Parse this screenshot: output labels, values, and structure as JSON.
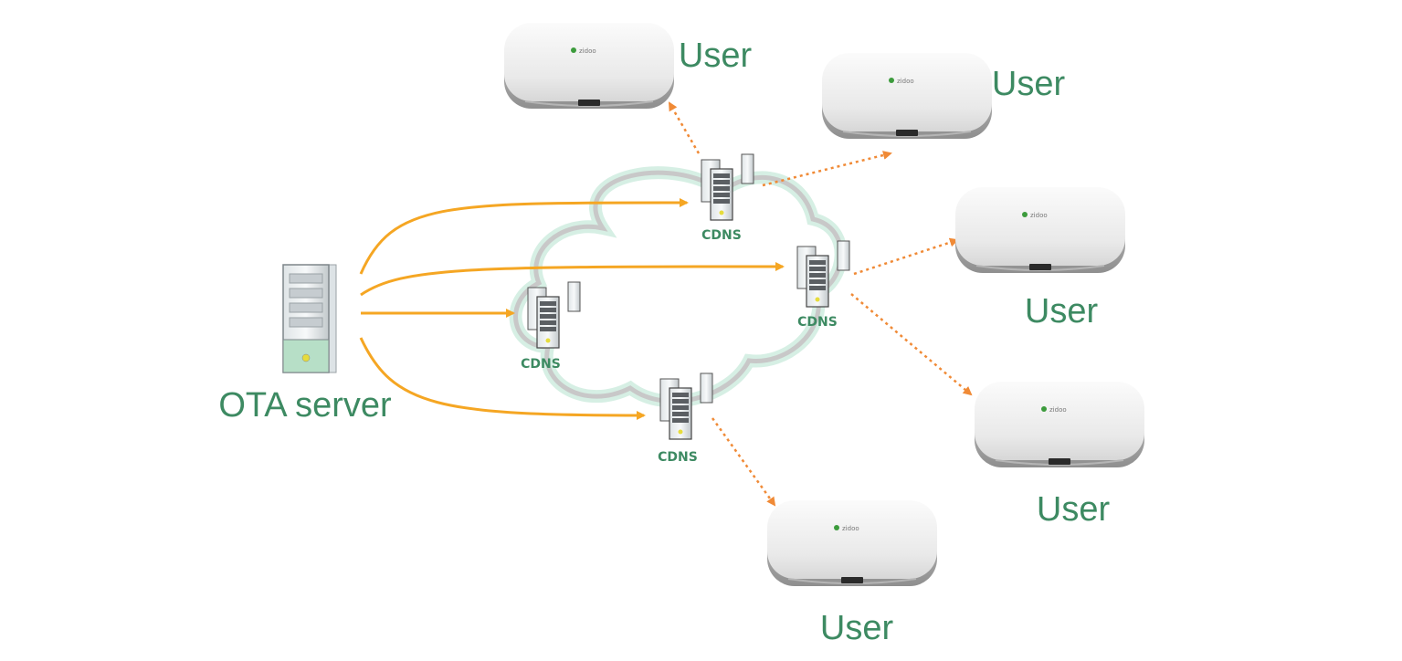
{
  "colors": {
    "label": "#3d8a62",
    "server_arrow": "#f5a623",
    "user_arrow": "#f08a36",
    "cloud": "#c8c8c8",
    "cloud_glow": "#d6efe4"
  },
  "ota_server": {
    "label": "OTA server",
    "icon": "server-tower-icon"
  },
  "cdns_nodes": [
    {
      "label": "CDNS"
    },
    {
      "label": "CDNS"
    },
    {
      "label": "CDNS"
    },
    {
      "label": "CDNS"
    }
  ],
  "users": [
    {
      "label": "User",
      "icon": "set-top-box-icon",
      "brand": "zidoo"
    },
    {
      "label": "User",
      "icon": "set-top-box-icon",
      "brand": "zidoo"
    },
    {
      "label": "User",
      "icon": "set-top-box-icon",
      "brand": "zidoo"
    },
    {
      "label": "User",
      "icon": "set-top-box-icon",
      "brand": "zidoo"
    },
    {
      "label": "User",
      "icon": "set-top-box-icon",
      "brand": "zidoo"
    }
  ]
}
